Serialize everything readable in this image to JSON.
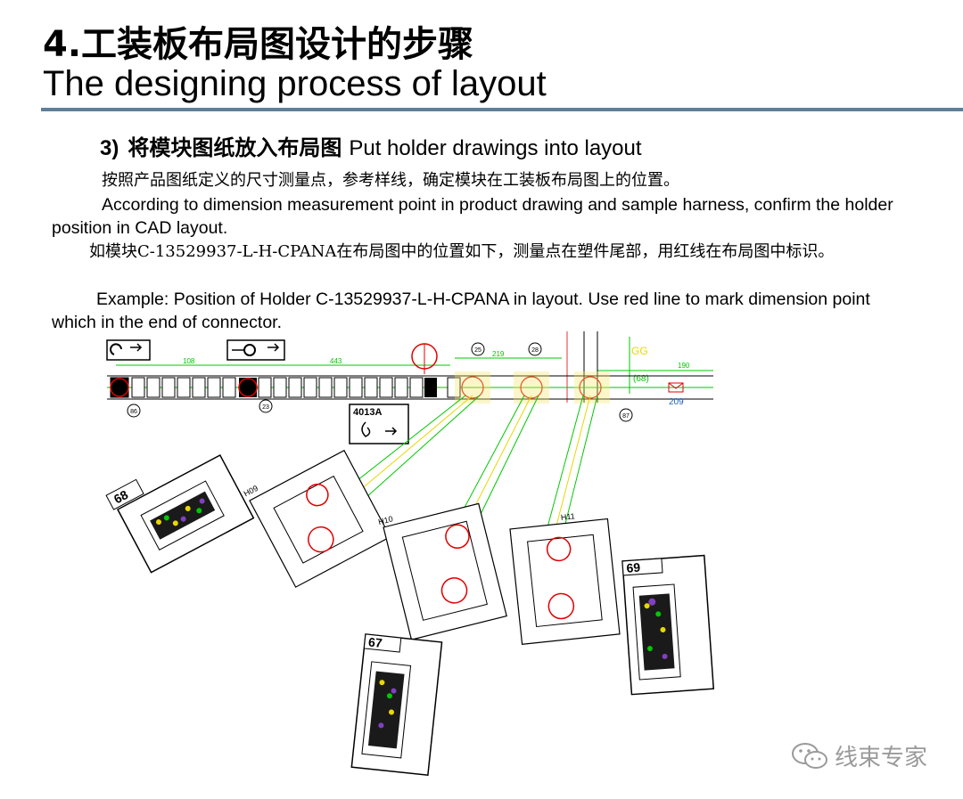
{
  "title": {
    "cn": "4.工装板布局图设计的步骤",
    "en": "The designing process of layout"
  },
  "section": {
    "number": "3)",
    "cn": "将模块图纸放入布局图",
    "en": "Put holder drawings into layout"
  },
  "paragraphs": {
    "p1_cn": "按照产品图纸定义的尺寸测量点，参考样线，确定模块在工装板布局图上的位置。",
    "p2_en": "According to dimension measurement point in product drawing and sample harness, confirm the holder position in CAD layout.",
    "p3_cn": "如模块C-13529937-L-H-CPANA在布局图中的位置如下，测量点在塑件尾部，用红线在布局图中标识。",
    "p4_en": "Example: Position of Holder C-13529937-L-H-CPANA in layout. Use red line to mark dimension point which in the end of connector."
  },
  "drawing": {
    "dim_108": "108",
    "dim_443": "443",
    "dim_219": "219",
    "dim_190": "190",
    "dim_68": "(68)",
    "label_gg": "GG",
    "label_4013a": "4013A",
    "label_209": "209",
    "circle_25": "25",
    "circle_28": "28",
    "circle_23": "23",
    "circle_86": "86",
    "circle_87": "87",
    "holder_68": "68",
    "holder_69": "69",
    "holder_67": "67",
    "tag_h09": "H09",
    "tag_h10": "H10",
    "tag_h11": "H11"
  },
  "watermark": {
    "text": "线束专家"
  },
  "colors": {
    "rule": "#5f7f98",
    "cad_green": "#00c800",
    "cad_red": "#e00000",
    "cad_yellow": "#e8d800"
  }
}
